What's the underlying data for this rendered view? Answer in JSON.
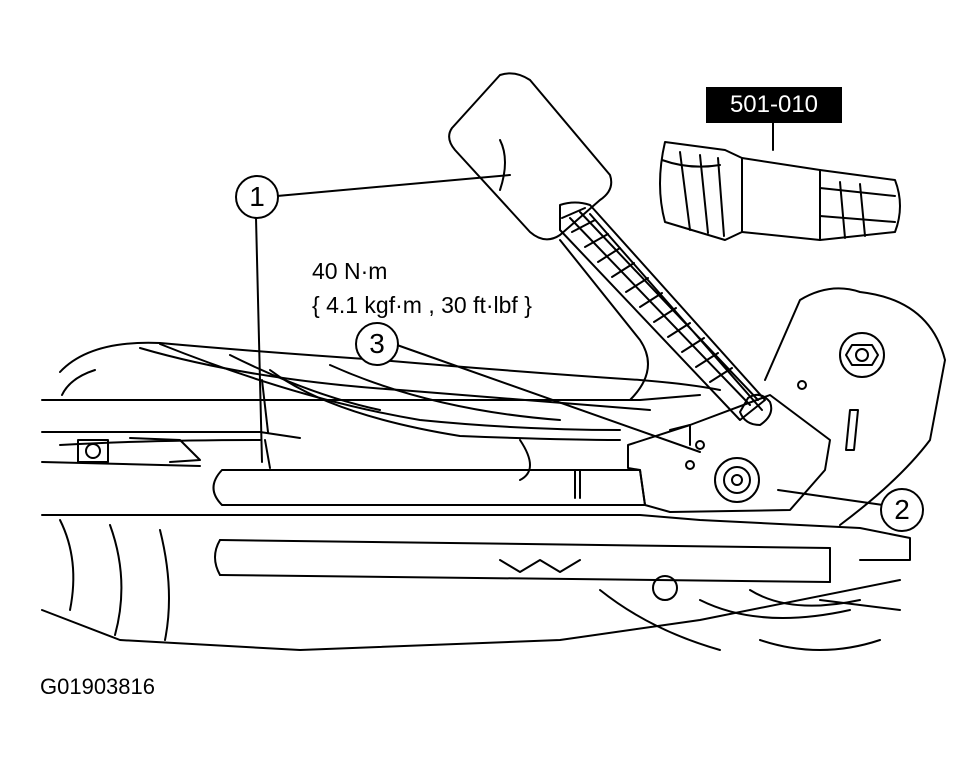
{
  "torque": {
    "line1": "40 N·m",
    "line2": "{ 4.1 kgf·m , 30 ft·lbf }"
  },
  "special_tool": {
    "number": "501-010"
  },
  "callouts": [
    {
      "number": "1"
    },
    {
      "number": "2"
    },
    {
      "number": "3"
    }
  ],
  "figure_id": "G01903816"
}
